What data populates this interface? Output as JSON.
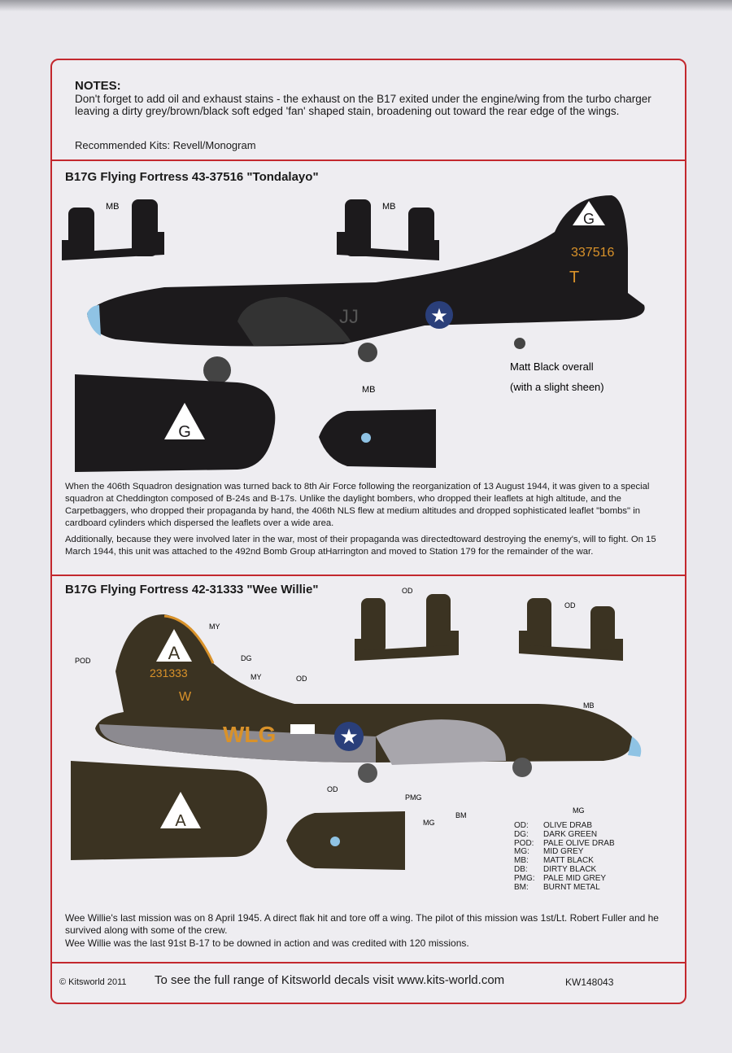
{
  "notes": {
    "heading": "NOTES:",
    "text": "Don't forget to add oil and exhaust stains - the exhaust on the B17 exited under the engine/wing from the turbo charger leaving a dirty grey/brown/black soft edged 'fan' shaped stain, broadening out toward the rear edge of the wings.",
    "recommended": "Recommended Kits: Revell/Monogram"
  },
  "aircraft1": {
    "title": "B17G Flying Fortress 43-37516 \"Tondalayo\"",
    "tail_letter": "G",
    "serial": "337516",
    "tail_code": "T",
    "fuselage_code": "JJ",
    "callouts": {
      "mb1": "MB",
      "mb2": "MB",
      "mb3": "MB"
    },
    "finish": "Matt Black overall",
    "finish_note": "(with a slight sheen)",
    "description": [
      "When the 406th Squadron designation was turned back to 8th Air Force following the reorganization of 13 August 1944, it was given to a special squadron at Cheddington composed of B-24s and B-17s. Unlike the daylight bombers, who dropped their leaflets at high altitude, and the Carpetbaggers, who dropped their propaganda by hand, the 406th NLS flew at medium altitudes and dropped sophisticated leaflet \"bombs\" in cardboard cylinders which dispersed the leaflets over a wide area.",
      "Additionally, because they were involved later in the war, most of their propaganda was directedtoward destroying the enemy's, will to fight. On 15 March 1944, this unit was attached to the 492nd Bomb Group atHarrington and moved to Station 179 for the remainder of the war."
    ]
  },
  "aircraft2": {
    "title": "B17G Flying Fortress 42-31333 \"Wee Willie\"",
    "tail_letter": "A",
    "serial": "231333",
    "tail_code": "W",
    "fuselage_code": "WLG",
    "callouts": {
      "my1": "MY",
      "pod": "POD",
      "dg": "DG",
      "my2": "MY",
      "od1": "OD",
      "od2": "OD",
      "od3": "OD",
      "od4": "OD",
      "mb": "MB",
      "pmg": "PMG",
      "mg1": "MG",
      "bm": "BM",
      "mg2": "MG"
    },
    "legend": [
      {
        "code": "OD:",
        "name": "OLIVE DRAB"
      },
      {
        "code": "DG:",
        "name": "DARK GREEN"
      },
      {
        "code": "POD:",
        "name": "PALE OLIVE DRAB"
      },
      {
        "code": "MG:",
        "name": "MID GREY"
      },
      {
        "code": "MB:",
        "name": "MATT BLACK"
      },
      {
        "code": "DB:",
        "name": "DIRTY BLACK"
      },
      {
        "code": "PMG:",
        "name": "PALE MID GREY"
      },
      {
        "code": "BM:",
        "name": "BURNT METAL"
      }
    ],
    "description": [
      "Wee Willie's last mission was on 8 April 1945. A direct flak hit and tore off a wing. The pilot of this mission was 1st/Lt. Robert Fuller and he survived along with some of the crew.",
      "Wee Willie was the last 91st B-17 to be downed in action and was credited with 120 missions."
    ]
  },
  "footer": {
    "copyright": "© Kitsworld 2011",
    "promo": "To see the full range of Kitsworld decals visit www.kits-world.com",
    "code": "KW148043"
  },
  "colors": {
    "border": "#c3282e",
    "black": "#1c1a1c",
    "olive": "#3b3322",
    "yellow": "#d9922a",
    "grey": "#8c8a90"
  }
}
